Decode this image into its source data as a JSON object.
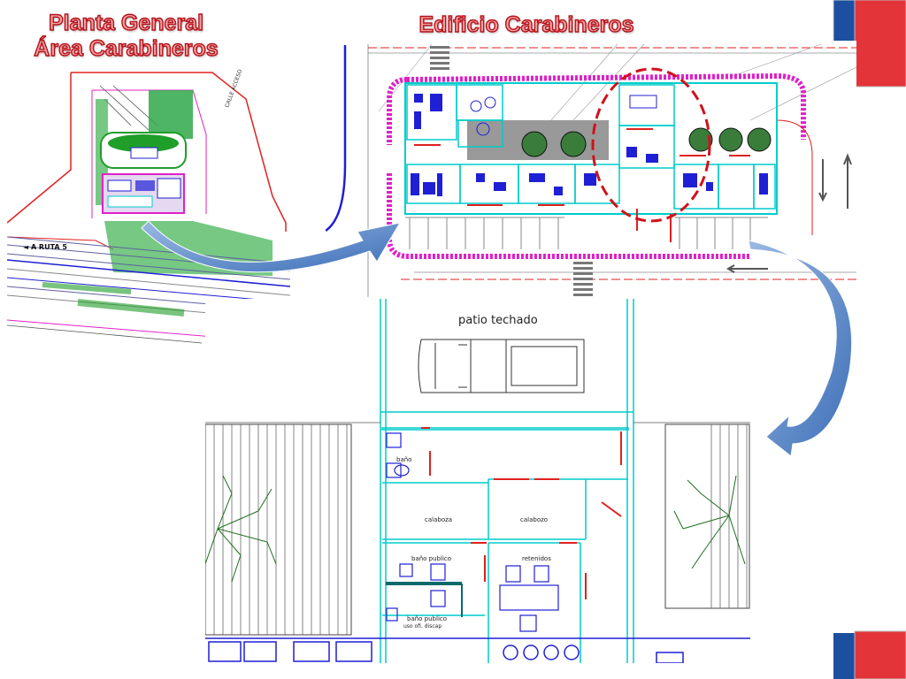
{
  "titles": {
    "site_plan": "Planta General\nÁrea Carabineros",
    "building": "Edificio Carabineros"
  },
  "site_plan_labels": {
    "route": "◄ A RUTA 5",
    "rotated_label": "CALLE ACCESO"
  },
  "detail_labels": {
    "covered_patio": "patio techado",
    "bathroom": "baño",
    "cell_1": "calaboza",
    "cell_2": "calabozo",
    "public_bathroom": "baño publico",
    "detained": "retenidos",
    "public_bathroom_2": "baño publico",
    "disabled_use": "uso ofi. discap"
  },
  "colors": {
    "title_fill": "#f2a0a0",
    "title_stroke": "#b5121b",
    "arrow": "#4a7fc1",
    "cad_cyan": "#00cccc",
    "cad_blue": "#1f1fd6",
    "cad_magenta": "#e020c8",
    "cad_red": "#e02020",
    "cad_green": "#1f9e2a",
    "flag_blue": "#1d4fa0",
    "flag_red": "#e3343a"
  }
}
